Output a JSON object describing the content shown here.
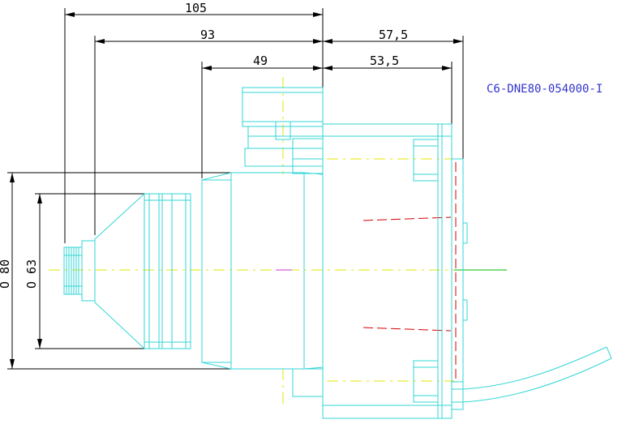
{
  "colors": {
    "background": "#ffffff",
    "outline": "#33d6d6",
    "dimension": "#000000",
    "centerline": "#e6e600",
    "hidden": "#d40000",
    "title": "#3333cc",
    "green_axis": "#00bb00",
    "magenta": "#cc33cc"
  },
  "dimensions": {
    "d105": "105",
    "d93": "93",
    "d49": "49",
    "d57_5": "57,5",
    "d53_5": "53,5",
    "dia80": "O 80",
    "dia63": "O 63"
  },
  "title": "C6-DNE80-054000-I"
}
